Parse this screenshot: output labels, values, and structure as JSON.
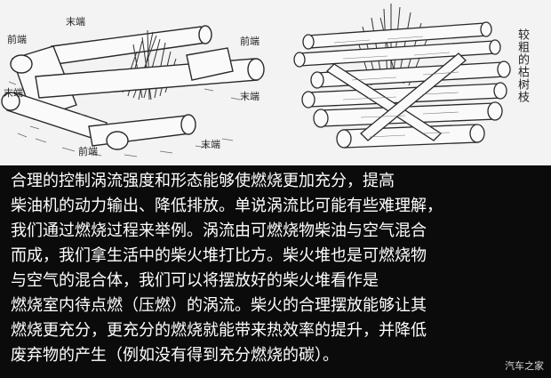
{
  "illustrations": {
    "left": {
      "labels": {
        "front_top_left": "前端",
        "tail_top": "末端",
        "front_top_right": "前端",
        "tail_left": "末端",
        "tail_right": "末端",
        "front_bottom": "前端",
        "tail_bottom": "末端"
      }
    },
    "right": {
      "vertical_label": "较粗的枯树枝"
    }
  },
  "paragraph": {
    "lines": [
      "合理的控制涡流强度和形态能够使燃烧更加充分，提高",
      "柴油机的动力输出、降低排放。单说涡流比可能有些难理解，",
      "我们通过燃烧过程来举例。涡流由可燃烧物柴油与空气混合",
      "而成，我们拿生活中的柴火堆打比方。柴火堆也是可燃烧物",
      "与空气的混合体，我们可以将摆放好的柴火堆看作是",
      "燃烧室内待点燃（压燃）的涡流。柴火的合理摆放能够让其",
      "燃烧更充分，更充分的燃烧就能带来热效率的提升，并降低",
      "废弃物的产生（例如没有得到充分燃烧的碳）。"
    ]
  },
  "watermark": "汽车之家"
}
